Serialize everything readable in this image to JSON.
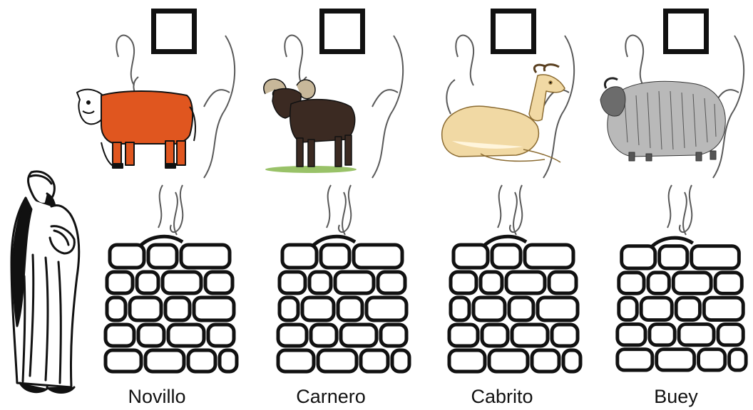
{
  "altars": [
    {
      "label": "Novillo",
      "animal": "steer-icon",
      "animal_color": "#e0561f",
      "checked": false
    },
    {
      "label": "Carnero",
      "animal": "ram-icon",
      "animal_color": "#3b2a22",
      "checked": false
    },
    {
      "label": "Cabrito",
      "animal": "gazelle-icon",
      "animal_color": "#f1d9a4",
      "checked": false
    },
    {
      "label": "Buey",
      "animal": "musk-ox-icon",
      "animal_color": "#8a8a8a",
      "checked": false
    }
  ],
  "figure": "robed-man-icon",
  "colors": {
    "ink": "#111111",
    "stone_fill": "#ffffff",
    "background": "#ffffff"
  }
}
